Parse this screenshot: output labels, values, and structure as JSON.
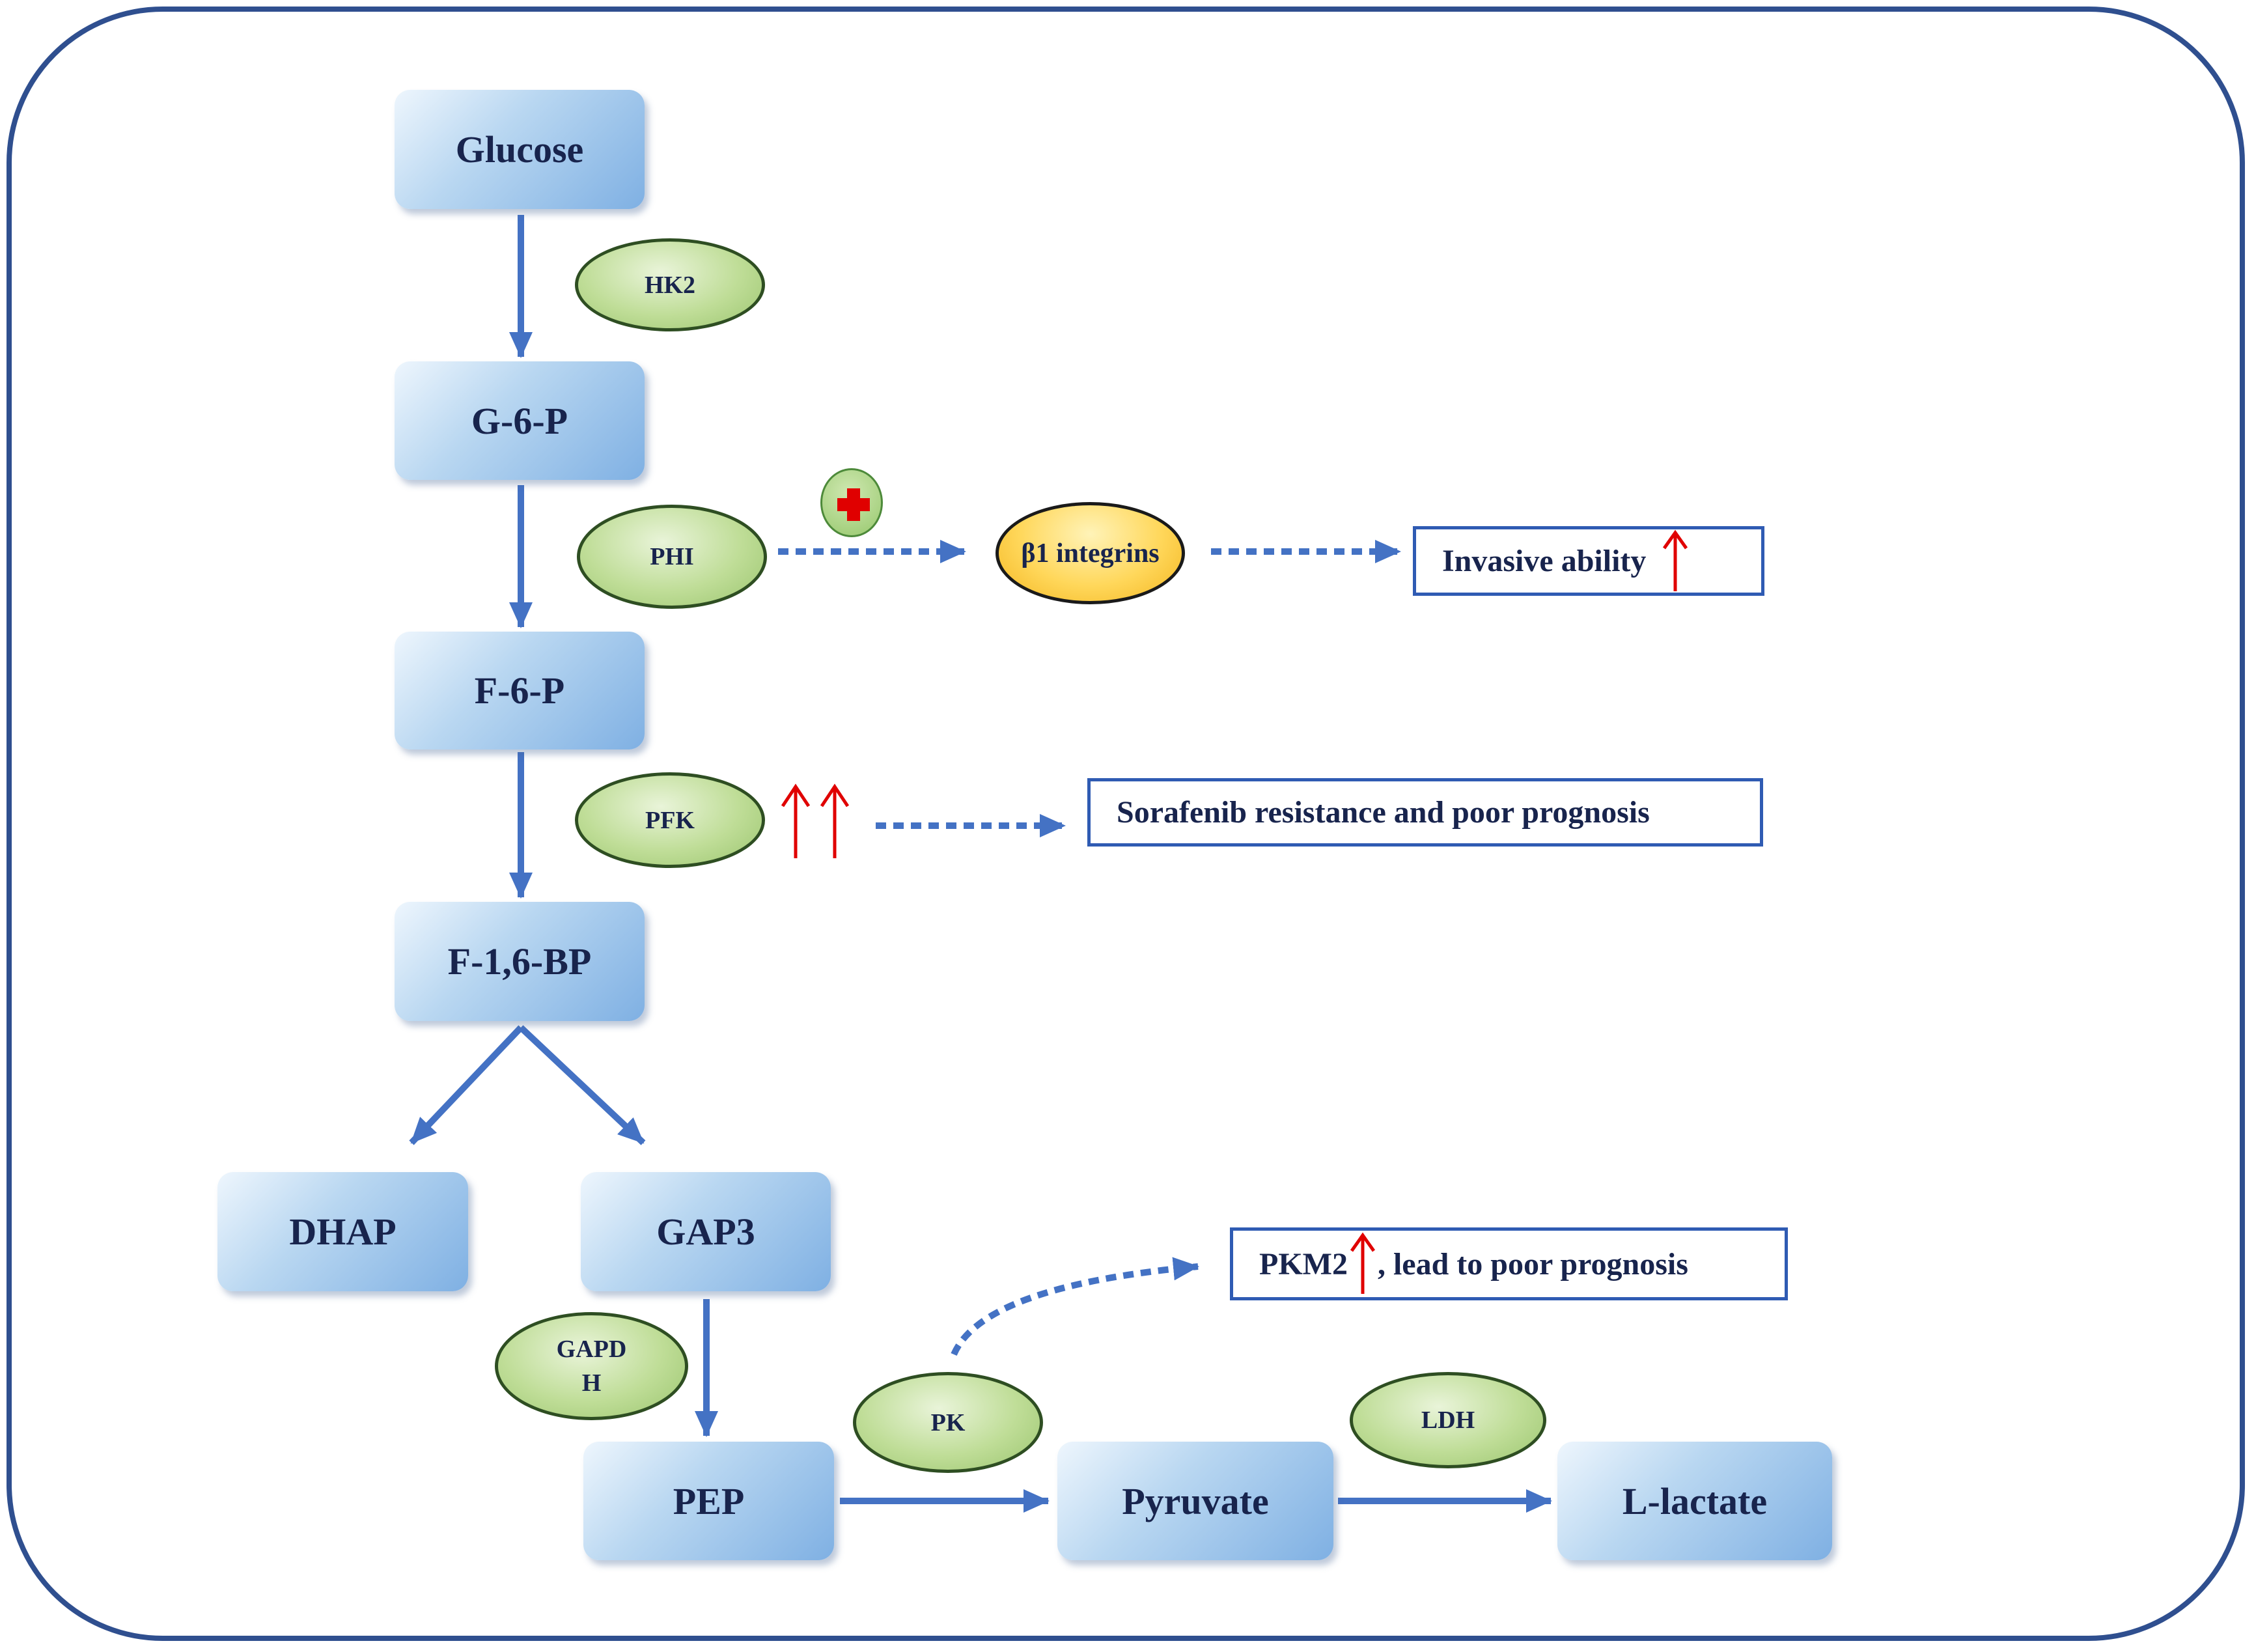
{
  "metabolites": {
    "glucose": "Glucose",
    "g6p": "G-6-P",
    "f6p": "F-6-P",
    "f16bp": "F-1,6-BP",
    "dhap": "DHAP",
    "gap3": "GAP3",
    "pep": "PEP",
    "pyruvate": "Pyruvate",
    "l_lactate": "L-lactate"
  },
  "enzymes": {
    "hk2": "HK2",
    "phi": "PHI",
    "pfk": "PFK",
    "gapdh_line1": "GAPD",
    "gapdh_line2": "H",
    "pk": "PK",
    "ldh": "LDH",
    "beta1_integrins": "β1 integrins"
  },
  "outcomes": {
    "invasive": "Invasive ability",
    "sorafenib": "Sorafenib resistance and poor prognosis",
    "pkm2_prefix": "PKM2",
    "pkm2_suffix": ", lead to poor prognosis"
  },
  "colors": {
    "arrow": "#4472c4",
    "up_arrow": "#e00000",
    "frame": "#2f4f8f"
  }
}
